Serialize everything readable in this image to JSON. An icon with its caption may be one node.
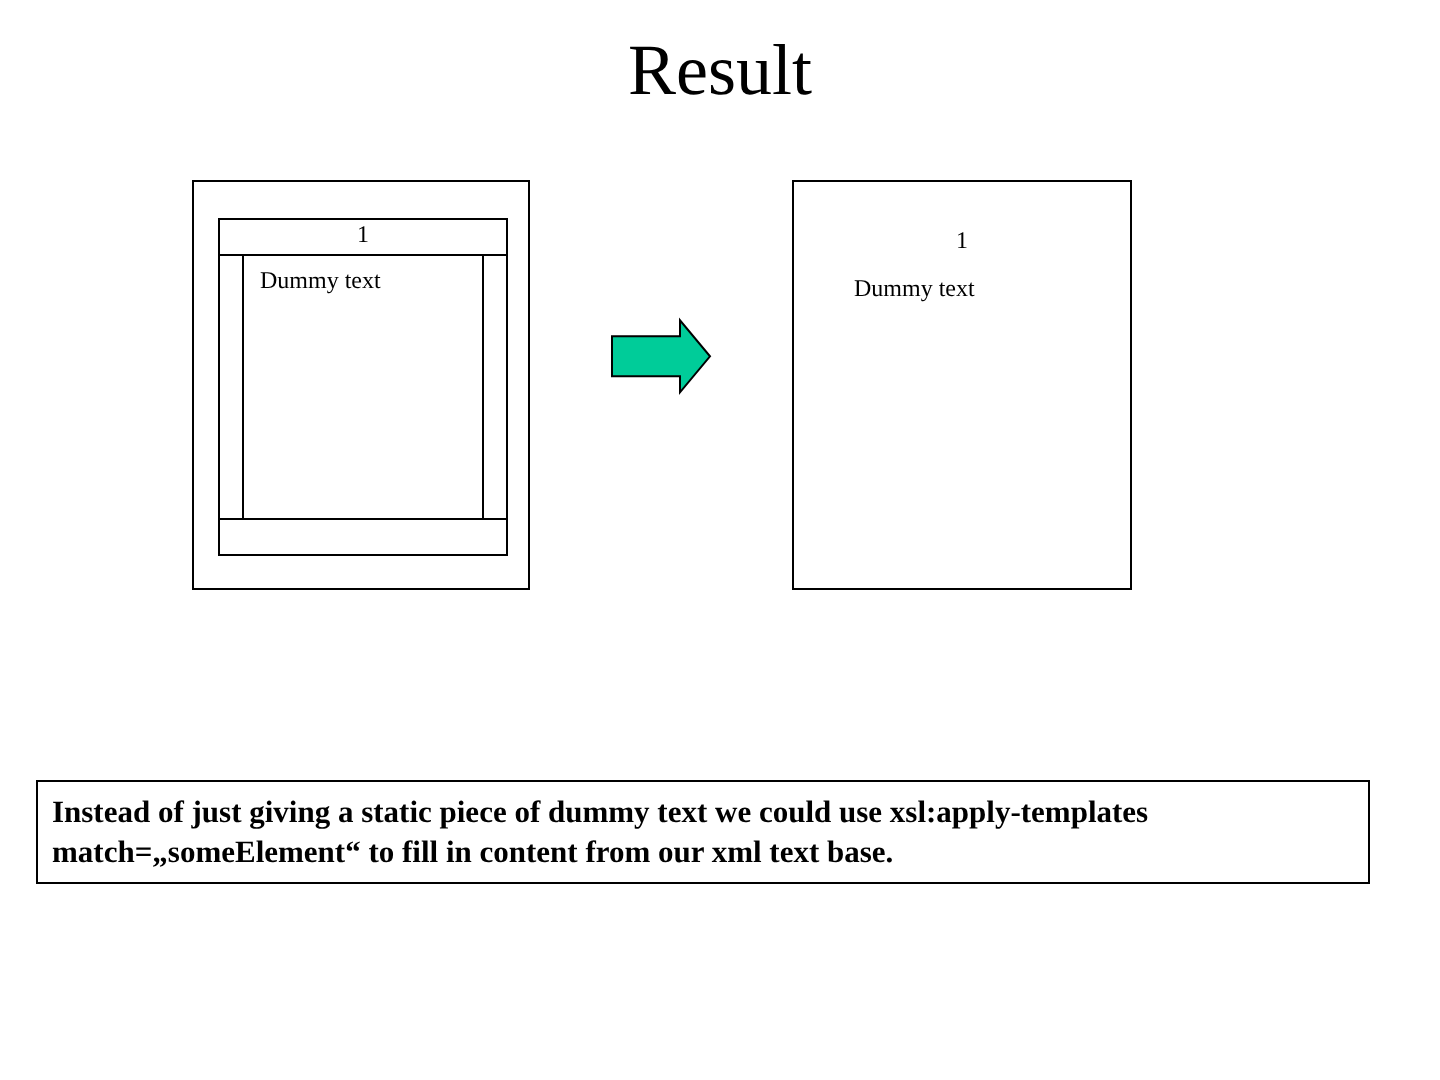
{
  "diagram": {
    "title": "Result",
    "nodes": [
      {
        "text": [],
        "shape": "box"
      },
      {
        "text": [
          "1"
        ],
        "in": 0
      },
      {
        "text": [],
        "shape": "box",
        "in": 0
      },
      {
        "text": [
          "Dummy text"
        ],
        "in": 0
      },
      {
        "text": [],
        "shape": "box",
        "in": 0
      },
      {
        "text": [],
        "shape": "box",
        "in": 0
      },
      {
        "text": [
          "1",
          "Dummy text"
        ]
      },
      {
        "text": [
          "Instead of just giving a static piece of dummy text we could use xsl:apply-templates match=„someElement“ to fill in content from our xml text base."
        ]
      }
    ],
    "edges": [
      {
        "from": 0,
        "to": 6,
        "arrow": "to",
        "style": "thick",
        "color": "#00cc99"
      }
    ]
  }
}
